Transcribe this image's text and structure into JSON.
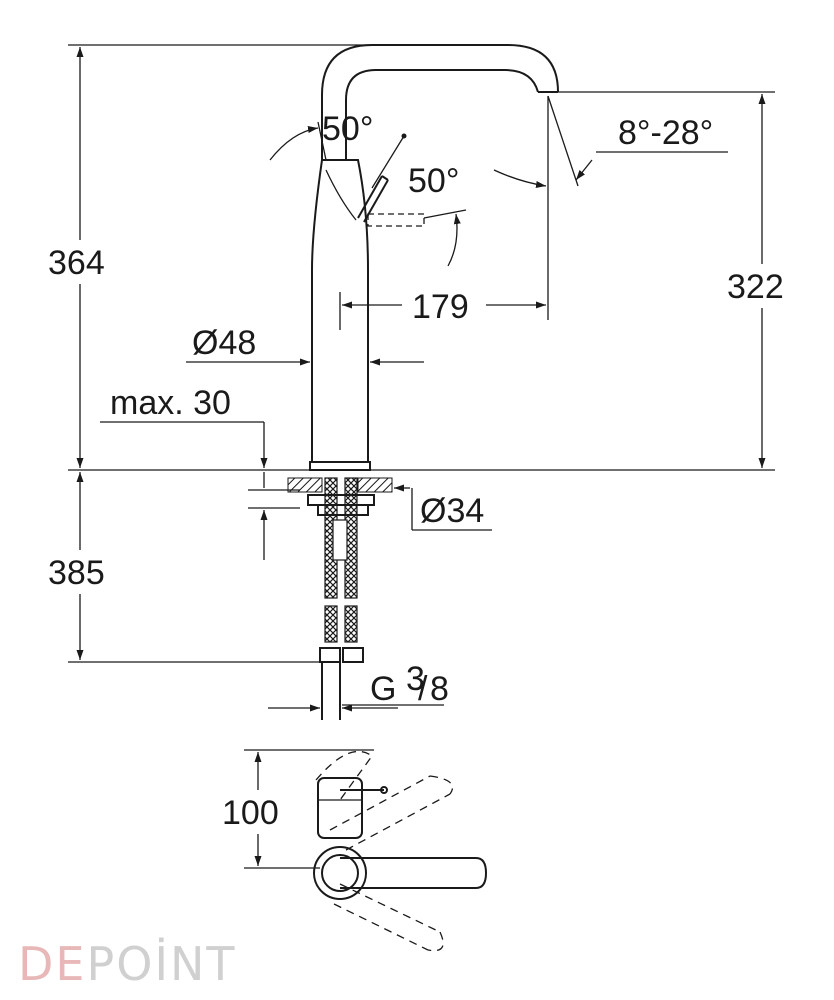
{
  "dimensions": {
    "total_height": "364",
    "height_to_outlet": "322",
    "reach": "179",
    "body_diameter": "Ø48",
    "max_deck": "max. 30",
    "hole_diameter": "Ø34",
    "below_deck": "385",
    "connection": "G",
    "connection_num": "3",
    "connection_den": "8",
    "lever_angle_1": "50°",
    "lever_angle_2": "50°",
    "spout_angle": "8°-28°",
    "plan_depth": "100"
  },
  "watermark": {
    "part1": "DE",
    "part2": "POİNT",
    "color_part1": "#e8b8b8",
    "color_part2": "#d0d0d0"
  }
}
